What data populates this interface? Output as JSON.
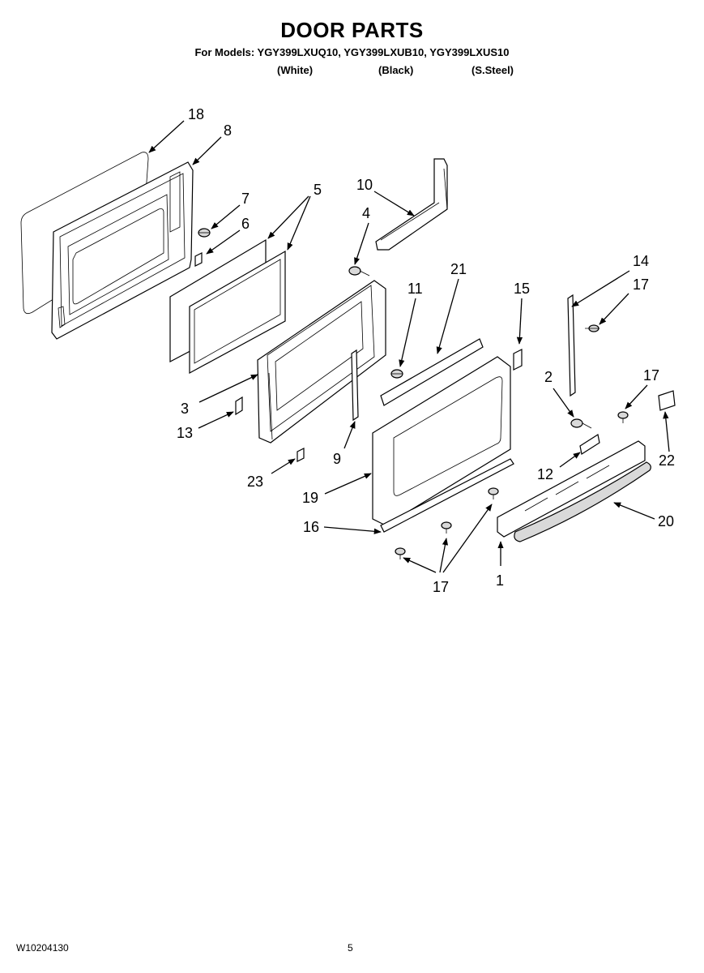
{
  "header": {
    "title": "DOOR PARTS",
    "models_line": "For Models: YGY399LXUQ10, YGY399LXUB10, YGY399LXUS10",
    "variants": [
      "(White)",
      "(Black)",
      "(S.Steel)"
    ]
  },
  "callouts": {
    "c18": "18",
    "c8": "8",
    "c7": "7",
    "c6": "6",
    "c5": "5",
    "c10": "10",
    "c4": "4",
    "c21": "21",
    "c11": "11",
    "c15": "15",
    "c14": "14",
    "c17a": "17",
    "c2": "2",
    "c17b": "17",
    "c3": "3",
    "c13": "13",
    "c9": "9",
    "c23": "23",
    "c19": "19",
    "c12": "12",
    "c22": "22",
    "c20": "20",
    "c16": "16",
    "c17c": "17",
    "c1": "1"
  },
  "footer": {
    "doc_number": "W10204130",
    "page_number": "5"
  }
}
